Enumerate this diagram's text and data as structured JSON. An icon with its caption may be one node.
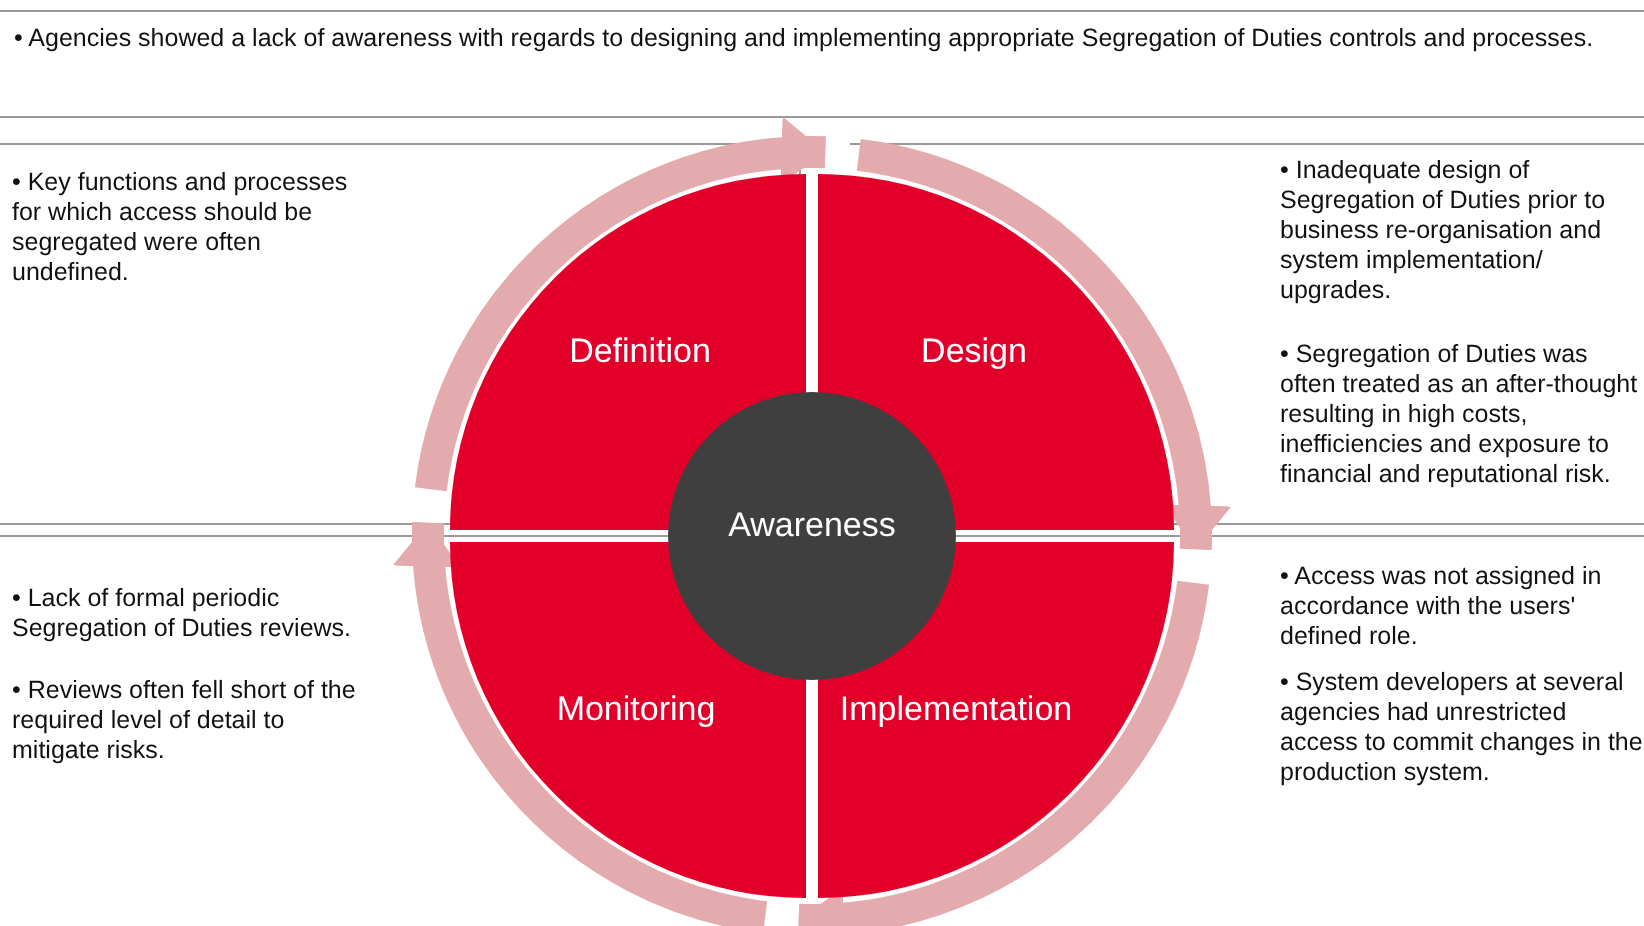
{
  "diagram": {
    "nodes": [
      {
        "text": [
          "• Agencies showed a lack of awareness with regards to designing and implementing appropriate Segregation of Duties controls and processes."
        ]
      },
      {
        "text": [
          "• Key functions and processes for which access should be segregated were often undefined."
        ]
      },
      {
        "text": [
          "• Inadequate design of Segregation of Duties prior to business re-organisation and system implementation/ upgrades.",
          "• Segregation of Duties was often treated as an after-thought resulting in high costs, inefficiencies and exposure to financial and reputational risk."
        ]
      },
      {
        "text": [
          "• Lack of formal periodic Segregation of Duties reviews.",
          "• Reviews often fell short of the required level of detail to mitigate risks."
        ]
      },
      {
        "text": [
          "• Access was not assigned in accordance with the users' defined role.",
          "• System developers at several agencies had unrestricted access to commit changes in the production system."
        ]
      },
      {
        "text": [
          "Definition"
        ]
      },
      {
        "text": [
          "Design"
        ]
      },
      {
        "text": [
          "Monitoring"
        ]
      },
      {
        "text": [
          "Implementation"
        ]
      },
      {
        "text": [
          "Awareness"
        ]
      }
    ],
    "edges": [
      {
        "from": 5,
        "to": 6,
        "arrow": "to"
      },
      {
        "from": 6,
        "to": 8,
        "arrow": "to"
      },
      {
        "from": 8,
        "to": 7,
        "arrow": "to"
      },
      {
        "from": 7,
        "to": 5,
        "arrow": "to"
      }
    ]
  }
}
